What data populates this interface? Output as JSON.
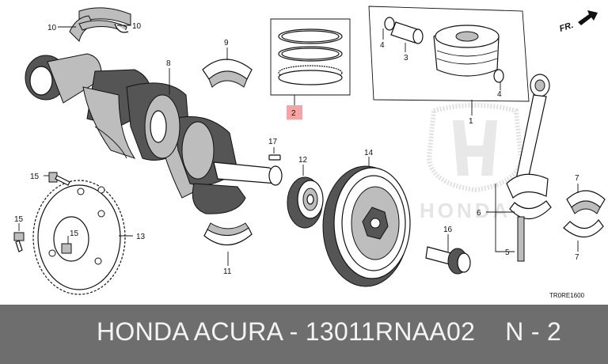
{
  "diagram": {
    "direction_label": "FR.",
    "drawing_code": "TR0RE1600",
    "watermark_brand": "HONDA",
    "callouts": [
      "1",
      "2",
      "3",
      "4",
      "4",
      "5",
      "6",
      "7",
      "7",
      "8",
      "9",
      "10",
      "10",
      "11",
      "12",
      "13",
      "14",
      "15",
      "15",
      "15",
      "16",
      "17"
    ],
    "highlighted_callout": "2",
    "highlight_color": "#f5a3a3"
  },
  "footer": {
    "title": "HONDA ACURA - 13011RNAA02",
    "suffix": "N - 2",
    "background": "#6e6e6e",
    "text_color": "#f4f4f4"
  }
}
